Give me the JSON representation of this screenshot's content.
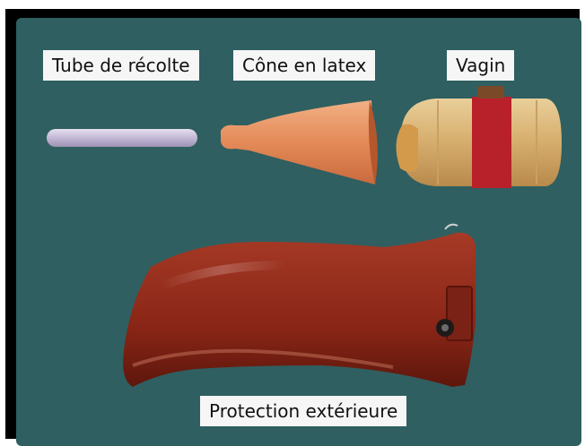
{
  "labels": {
    "tube": "Tube de récolte",
    "cone": "Cône en latex",
    "vagin": "Vagin",
    "protection": "Protection extérieure"
  },
  "colors": {
    "background": "#2f5f60",
    "label_bg": "#f6f6f6",
    "leather": "#8f2a1b",
    "latex": "#e8956a",
    "tube": "#c9c0d8",
    "band": "#b8202a",
    "tan": "#d9b57a"
  }
}
